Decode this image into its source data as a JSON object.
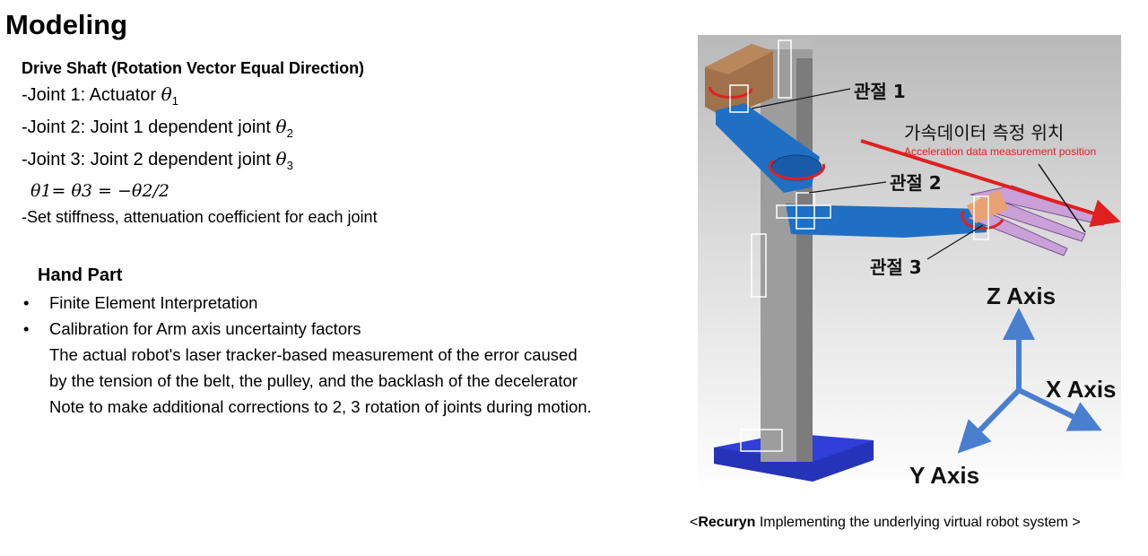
{
  "title": "Modeling",
  "drive_shaft": {
    "heading": "Drive Shaft (Rotation Vector Equal Direction)",
    "joint1_prefix": "-Joint 1: Actuator ",
    "joint2_prefix": "-Joint 2: Joint 1 dependent joint ",
    "joint3_prefix": "-Joint 3: Joint 2 dependent joint ",
    "symbol": "θ",
    "sub1": "1",
    "sub2": "2",
    "sub3": "3",
    "equation": "θ1= θ3 = −θ2/2",
    "stiffness": "-Set stiffness, attenuation coefficient for each joint"
  },
  "hand_part": {
    "heading": "Hand Part",
    "bullet_char": "•",
    "bullets": [
      "Finite Element Interpretation",
      "Calibration for Arm axis uncertainty factors"
    ],
    "paragraph1": "The actual robot's laser tracker-based measurement of the error caused by the tension of the belt, the pulley, and the backlash of the decelerator",
    "paragraph2": "Note to make additional corrections to 2, 3 rotation of joints during motion."
  },
  "figure": {
    "joint1_label": "관절 1",
    "joint2_label": "관절 2",
    "joint3_label": "관절 3",
    "measure_korean": "가속데이터 측정 위치",
    "measure_english": "Acceleration data measurement position",
    "z_axis": "Z Axis",
    "x_axis": "X Axis",
    "y_axis": "Y Axis",
    "colors": {
      "arm": "#1f6fc4",
      "column": "#9a9a9a",
      "base": "#2f3fd8",
      "block": "#a0714a",
      "arrow_red": "#e02020",
      "axis_blue": "#4a7fd0"
    }
  },
  "caption": {
    "open": "<",
    "bold": "Recuryn",
    "rest": "  Implementing the underlying virtual robot system >"
  }
}
